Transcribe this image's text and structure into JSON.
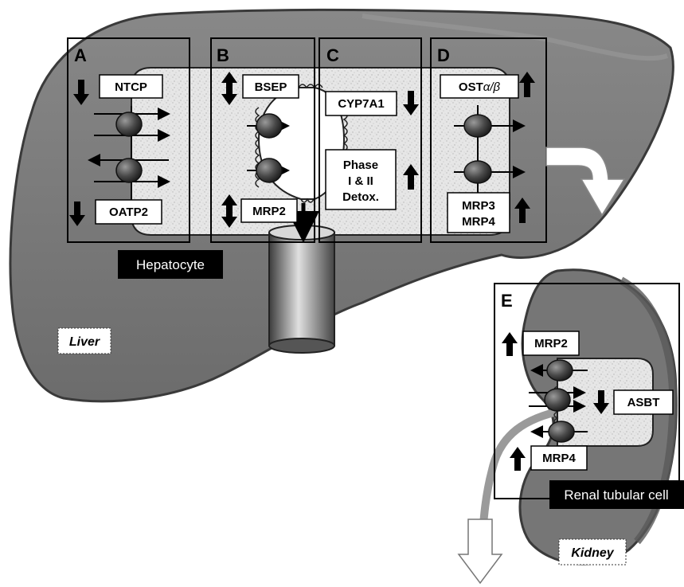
{
  "panels": {
    "a": {
      "letter": "A",
      "ntcp": "NTCP",
      "oatp2": "OATP2"
    },
    "b": {
      "letter": "B",
      "bsep": "BSEP",
      "mrp2": "MRP2"
    },
    "c": {
      "letter": "C",
      "cyp7a1": "CYP7A1",
      "phase1": "Phase",
      "phase2": "I & II",
      "phase3": "Detox."
    },
    "d": {
      "letter": "D",
      "ost_prefix": "OST",
      "ost_suffix": "α/β",
      "mrp3": "MRP3",
      "mrp4": "MRP4"
    },
    "e": {
      "letter": "E",
      "mrp2": "MRP2",
      "asbt": "ASBT",
      "mrp4": "MRP4"
    }
  },
  "labels": {
    "hepatocyte": "Hepatocyte",
    "liver": "Liver",
    "renal_tubular_cell": "Renal tubular cell",
    "kidney": "Kidney"
  }
}
